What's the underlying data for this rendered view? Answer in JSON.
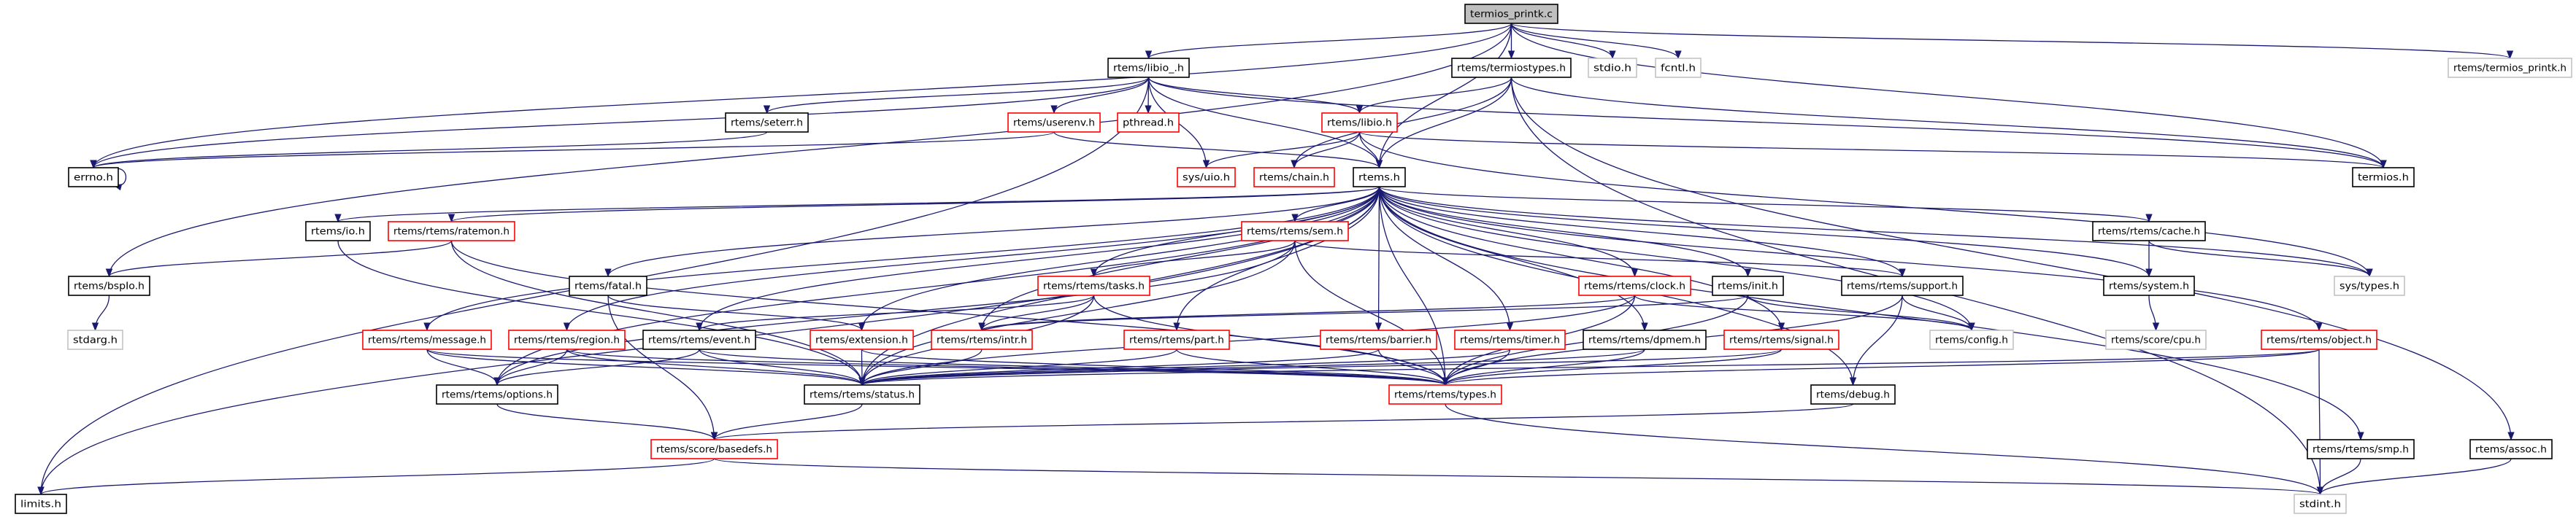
{
  "colors": {
    "edge": "#191970",
    "documented_border": "#000000",
    "undocumented_border": "#ff0000",
    "external_border": "#bfbfbf",
    "root_fill": "#bfbfbf",
    "node_fill": "#ffffff"
  },
  "nodes": [
    {
      "id": "termios_printk_c",
      "label": "termios_printk.c",
      "kind": "root"
    },
    {
      "id": "libio_",
      "label": "rtems/libio_.h",
      "kind": "documented"
    },
    {
      "id": "termiostypes",
      "label": "rtems/termiostypes.h",
      "kind": "documented"
    },
    {
      "id": "stdio",
      "label": "stdio.h",
      "kind": "external"
    },
    {
      "id": "fcntl",
      "label": "fcntl.h",
      "kind": "external"
    },
    {
      "id": "termios_printk_h",
      "label": "rtems/termios_printk.h",
      "kind": "external"
    },
    {
      "id": "seterr",
      "label": "rtems/seterr.h",
      "kind": "documented"
    },
    {
      "id": "userenv",
      "label": "rtems/userenv.h",
      "kind": "undocumented"
    },
    {
      "id": "pthread",
      "label": "pthread.h",
      "kind": "undocumented"
    },
    {
      "id": "libio",
      "label": "rtems/libio.h",
      "kind": "undocumented"
    },
    {
      "id": "errno",
      "label": "errno.h",
      "kind": "documented"
    },
    {
      "id": "uio",
      "label": "sys/uio.h",
      "kind": "undocumented"
    },
    {
      "id": "chain",
      "label": "rtems/chain.h",
      "kind": "undocumented"
    },
    {
      "id": "rtems",
      "label": "rtems.h",
      "kind": "documented"
    },
    {
      "id": "termios",
      "label": "termios.h",
      "kind": "documented"
    },
    {
      "id": "io",
      "label": "rtems/io.h",
      "kind": "documented"
    },
    {
      "id": "ratemon",
      "label": "rtems/rtems/ratemon.h",
      "kind": "undocumented"
    },
    {
      "id": "sem",
      "label": "rtems/rtems/sem.h",
      "kind": "undocumented"
    },
    {
      "id": "cache",
      "label": "rtems/rtems/cache.h",
      "kind": "documented"
    },
    {
      "id": "bspio",
      "label": "rtems/bspIo.h",
      "kind": "documented"
    },
    {
      "id": "fatal",
      "label": "rtems/fatal.h",
      "kind": "documented"
    },
    {
      "id": "tasks",
      "label": "rtems/rtems/tasks.h",
      "kind": "undocumented"
    },
    {
      "id": "clock",
      "label": "rtems/rtems/clock.h",
      "kind": "undocumented"
    },
    {
      "id": "init",
      "label": "rtems/init.h",
      "kind": "documented"
    },
    {
      "id": "support",
      "label": "rtems/rtems/support.h",
      "kind": "documented"
    },
    {
      "id": "system",
      "label": "rtems/system.h",
      "kind": "documented"
    },
    {
      "id": "systypes",
      "label": "sys/types.h",
      "kind": "external"
    },
    {
      "id": "stdarg",
      "label": "stdarg.h",
      "kind": "external"
    },
    {
      "id": "message",
      "label": "rtems/rtems/message.h",
      "kind": "undocumented"
    },
    {
      "id": "region",
      "label": "rtems/rtems/region.h",
      "kind": "undocumented"
    },
    {
      "id": "event",
      "label": "rtems/rtems/event.h",
      "kind": "documented"
    },
    {
      "id": "extension",
      "label": "rtems/extension.h",
      "kind": "undocumented"
    },
    {
      "id": "intr",
      "label": "rtems/rtems/intr.h",
      "kind": "undocumented"
    },
    {
      "id": "part",
      "label": "rtems/rtems/part.h",
      "kind": "undocumented"
    },
    {
      "id": "barrier",
      "label": "rtems/rtems/barrier.h",
      "kind": "undocumented"
    },
    {
      "id": "timer",
      "label": "rtems/rtems/timer.h",
      "kind": "undocumented"
    },
    {
      "id": "dpmem",
      "label": "rtems/rtems/dpmem.h",
      "kind": "documented"
    },
    {
      "id": "signal",
      "label": "rtems/rtems/signal.h",
      "kind": "undocumented"
    },
    {
      "id": "config",
      "label": "rtems/config.h",
      "kind": "external"
    },
    {
      "id": "cpu",
      "label": "rtems/score/cpu.h",
      "kind": "external"
    },
    {
      "id": "object",
      "label": "rtems/rtems/object.h",
      "kind": "undocumented"
    },
    {
      "id": "options",
      "label": "rtems/rtems/options.h",
      "kind": "documented"
    },
    {
      "id": "status",
      "label": "rtems/rtems/status.h",
      "kind": "documented"
    },
    {
      "id": "types",
      "label": "rtems/rtems/types.h",
      "kind": "undocumented"
    },
    {
      "id": "debug",
      "label": "rtems/debug.h",
      "kind": "documented"
    },
    {
      "id": "basedefs",
      "label": "rtems/score/basedefs.h",
      "kind": "undocumented"
    },
    {
      "id": "smp",
      "label": "rtems/rtems/smp.h",
      "kind": "documented"
    },
    {
      "id": "assoc",
      "label": "rtems/assoc.h",
      "kind": "documented"
    },
    {
      "id": "limits",
      "label": "limits.h",
      "kind": "documented"
    },
    {
      "id": "stdint",
      "label": "stdint.h",
      "kind": "external"
    }
  ],
  "edges": [
    [
      "termios_printk_c",
      "libio_"
    ],
    [
      "termios_printk_c",
      "termiostypes"
    ],
    [
      "termios_printk_c",
      "stdio"
    ],
    [
      "termios_printk_c",
      "fcntl"
    ],
    [
      "termios_printk_c",
      "termios_printk_h"
    ],
    [
      "termios_printk_c",
      "rtems"
    ],
    [
      "termios_printk_c",
      "errno"
    ],
    [
      "termios_printk_c",
      "bspio"
    ],
    [
      "termios_printk_c",
      "termios"
    ],
    [
      "libio_",
      "userenv"
    ],
    [
      "libio_",
      "pthread"
    ],
    [
      "libio_",
      "uio"
    ],
    [
      "libio_",
      "rtems"
    ],
    [
      "libio_",
      "libio"
    ],
    [
      "libio_",
      "seterr"
    ],
    [
      "libio_",
      "errno"
    ],
    [
      "libio_",
      "limits"
    ],
    [
      "libio_",
      "termios"
    ],
    [
      "seterr",
      "errno"
    ],
    [
      "errno",
      "errno"
    ],
    [
      "userenv",
      "rtems"
    ],
    [
      "userenv",
      "errno"
    ],
    [
      "termiostypes",
      "libio"
    ],
    [
      "termiostypes",
      "chain"
    ],
    [
      "termiostypes",
      "rtems"
    ],
    [
      "termiostypes",
      "termios"
    ],
    [
      "termiostypes",
      "stdint"
    ],
    [
      "termiostypes",
      "assoc"
    ],
    [
      "libio",
      "uio"
    ],
    [
      "libio",
      "chain"
    ],
    [
      "libio",
      "rtems"
    ],
    [
      "libio",
      "termios"
    ],
    [
      "libio",
      "systypes"
    ],
    [
      "rtems",
      "io"
    ],
    [
      "rtems",
      "ratemon"
    ],
    [
      "rtems",
      "sem"
    ],
    [
      "rtems",
      "tasks"
    ],
    [
      "rtems",
      "fatal"
    ],
    [
      "rtems",
      "event"
    ],
    [
      "rtems",
      "message"
    ],
    [
      "rtems",
      "region"
    ],
    [
      "rtems",
      "extension"
    ],
    [
      "rtems",
      "intr"
    ],
    [
      "rtems",
      "part"
    ],
    [
      "rtems",
      "barrier"
    ],
    [
      "rtems",
      "timer"
    ],
    [
      "rtems",
      "dpmem"
    ],
    [
      "rtems",
      "signal"
    ],
    [
      "rtems",
      "clock"
    ],
    [
      "rtems",
      "init"
    ],
    [
      "rtems",
      "support"
    ],
    [
      "rtems",
      "cache"
    ],
    [
      "rtems",
      "system"
    ],
    [
      "rtems",
      "config"
    ],
    [
      "rtems",
      "object"
    ],
    [
      "rtems",
      "smp"
    ],
    [
      "rtems",
      "debug"
    ],
    [
      "rtems",
      "types"
    ],
    [
      "rtems",
      "status"
    ],
    [
      "rtems",
      "options"
    ],
    [
      "rtems",
      "limits"
    ],
    [
      "rtems",
      "systypes"
    ],
    [
      "ratemon",
      "bspio"
    ],
    [
      "ratemon",
      "status"
    ],
    [
      "ratemon",
      "types"
    ],
    [
      "io",
      "status"
    ],
    [
      "sem",
      "tasks"
    ],
    [
      "sem",
      "support"
    ],
    [
      "sem",
      "types"
    ],
    [
      "sem",
      "status"
    ],
    [
      "sem",
      "options"
    ],
    [
      "tasks",
      "event"
    ],
    [
      "tasks",
      "intr"
    ],
    [
      "tasks",
      "types"
    ],
    [
      "tasks",
      "status"
    ],
    [
      "fatal",
      "extension"
    ],
    [
      "fatal",
      "basedefs"
    ],
    [
      "clock",
      "types"
    ],
    [
      "clock",
      "status"
    ],
    [
      "clock",
      "config"
    ],
    [
      "clock",
      "intr"
    ],
    [
      "init",
      "config"
    ],
    [
      "init",
      "types"
    ],
    [
      "init",
      "intr"
    ],
    [
      "support",
      "config"
    ],
    [
      "support",
      "types"
    ],
    [
      "support",
      "debug"
    ],
    [
      "cache",
      "system"
    ],
    [
      "cache",
      "systypes"
    ],
    [
      "system",
      "cpu"
    ],
    [
      "message",
      "options"
    ],
    [
      "message",
      "status"
    ],
    [
      "message",
      "types"
    ],
    [
      "region",
      "options"
    ],
    [
      "region",
      "status"
    ],
    [
      "region",
      "types"
    ],
    [
      "event",
      "options"
    ],
    [
      "event",
      "status"
    ],
    [
      "event",
      "types"
    ],
    [
      "extension",
      "status"
    ],
    [
      "extension",
      "types"
    ],
    [
      "intr",
      "status"
    ],
    [
      "part",
      "status"
    ],
    [
      "part",
      "types"
    ],
    [
      "barrier",
      "status"
    ],
    [
      "barrier",
      "types"
    ],
    [
      "timer",
      "status"
    ],
    [
      "timer",
      "types"
    ],
    [
      "dpmem",
      "status"
    ],
    [
      "dpmem",
      "types"
    ],
    [
      "signal",
      "status"
    ],
    [
      "signal",
      "types"
    ],
    [
      "object",
      "types"
    ],
    [
      "object",
      "status"
    ],
    [
      "object",
      "stdint"
    ],
    [
      "options",
      "basedefs"
    ],
    [
      "status",
      "basedefs"
    ],
    [
      "types",
      "stdint"
    ],
    [
      "basedefs",
      "limits"
    ],
    [
      "basedefs",
      "stdint"
    ],
    [
      "debug",
      "basedefs"
    ],
    [
      "smp",
      "stdint"
    ],
    [
      "assoc",
      "stdint"
    ],
    [
      "bspio",
      "stdarg"
    ]
  ]
}
